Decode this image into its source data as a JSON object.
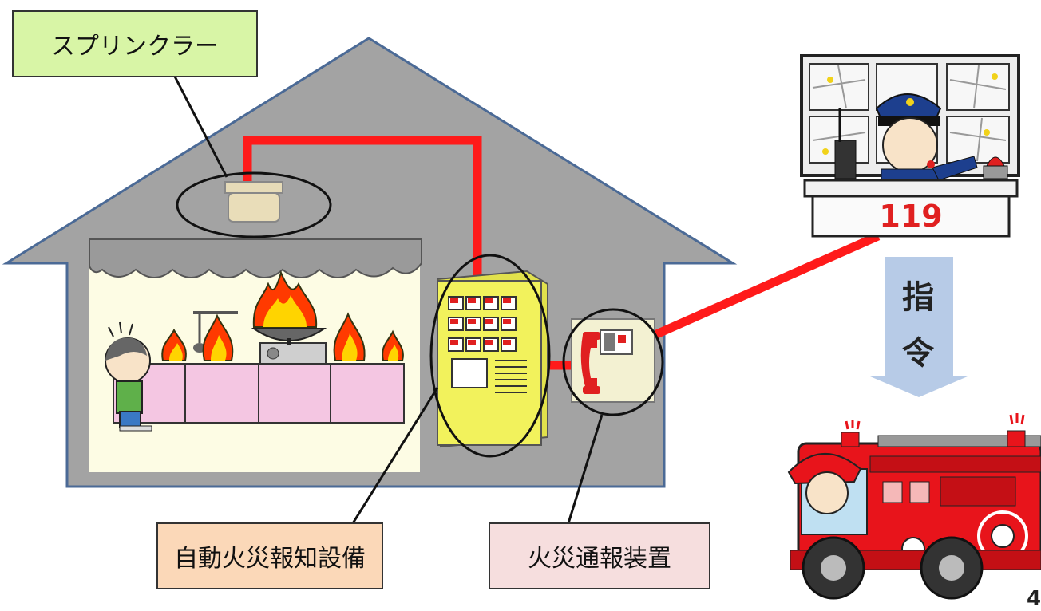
{
  "labels": {
    "sprinkler": "スプリンクラー",
    "auto_fire_alarm": "自動火災報知設備",
    "fire_report_device": "火災通報装置"
  },
  "dispatch": {
    "emergency_number": "119",
    "order_char_1": "指",
    "order_char_2": "令"
  },
  "page_number": "4",
  "colors": {
    "house_fill": "#a3a3a3",
    "house_outline": "#4b6a96",
    "wire": "#ff1a1a",
    "room": "#fdfce4",
    "counter": "#f4c6e2",
    "alarm_panel": "#f2f25c",
    "report_device": "#f3f1d2",
    "sprinkler_box": "#d8f5a6",
    "alarm_box": "#fbd8b8",
    "report_box": "#f6dede",
    "arrow": "#b7cbe7",
    "truck": "#e8141b"
  }
}
